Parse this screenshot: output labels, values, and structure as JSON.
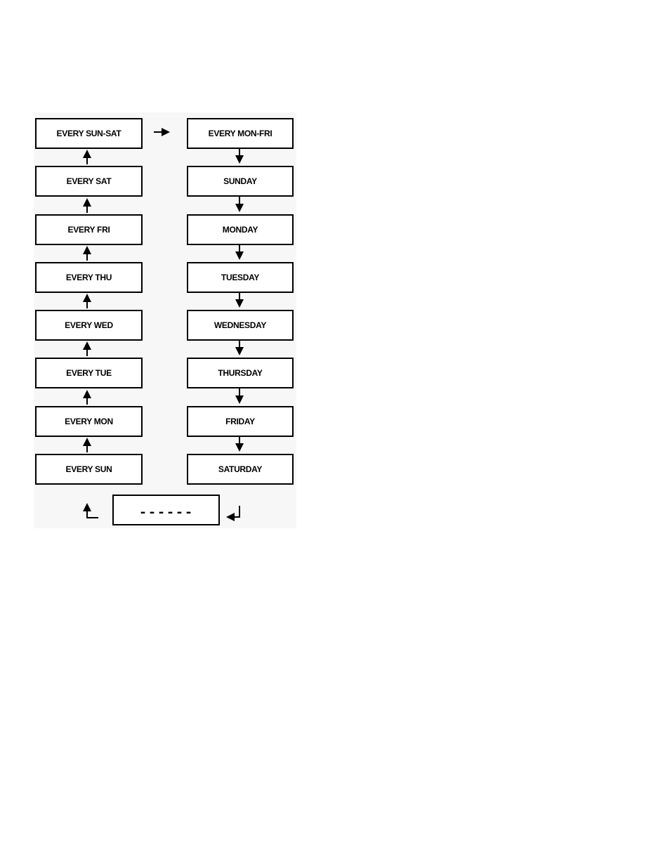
{
  "left_column": [
    {
      "label": "EVERY SUN-SAT"
    },
    {
      "label": "EVERY SAT"
    },
    {
      "label": "EVERY FRI"
    },
    {
      "label": "EVERY THU"
    },
    {
      "label": "EVERY WED"
    },
    {
      "label": "EVERY TUE"
    },
    {
      "label": "EVERY MON"
    },
    {
      "label": "EVERY SUN"
    }
  ],
  "right_column": [
    {
      "label": "EVERY MON-FRI"
    },
    {
      "label": "SUNDAY"
    },
    {
      "label": "MONDAY"
    },
    {
      "label": "TUESDAY"
    },
    {
      "label": "WEDNESDAY"
    },
    {
      "label": "THURSDAY"
    },
    {
      "label": "FRIDAY"
    },
    {
      "label": "SATURDAY"
    }
  ],
  "bottom_box": {
    "label": "------"
  },
  "colors": {
    "stroke": "#000000",
    "background": "#ffffff"
  }
}
